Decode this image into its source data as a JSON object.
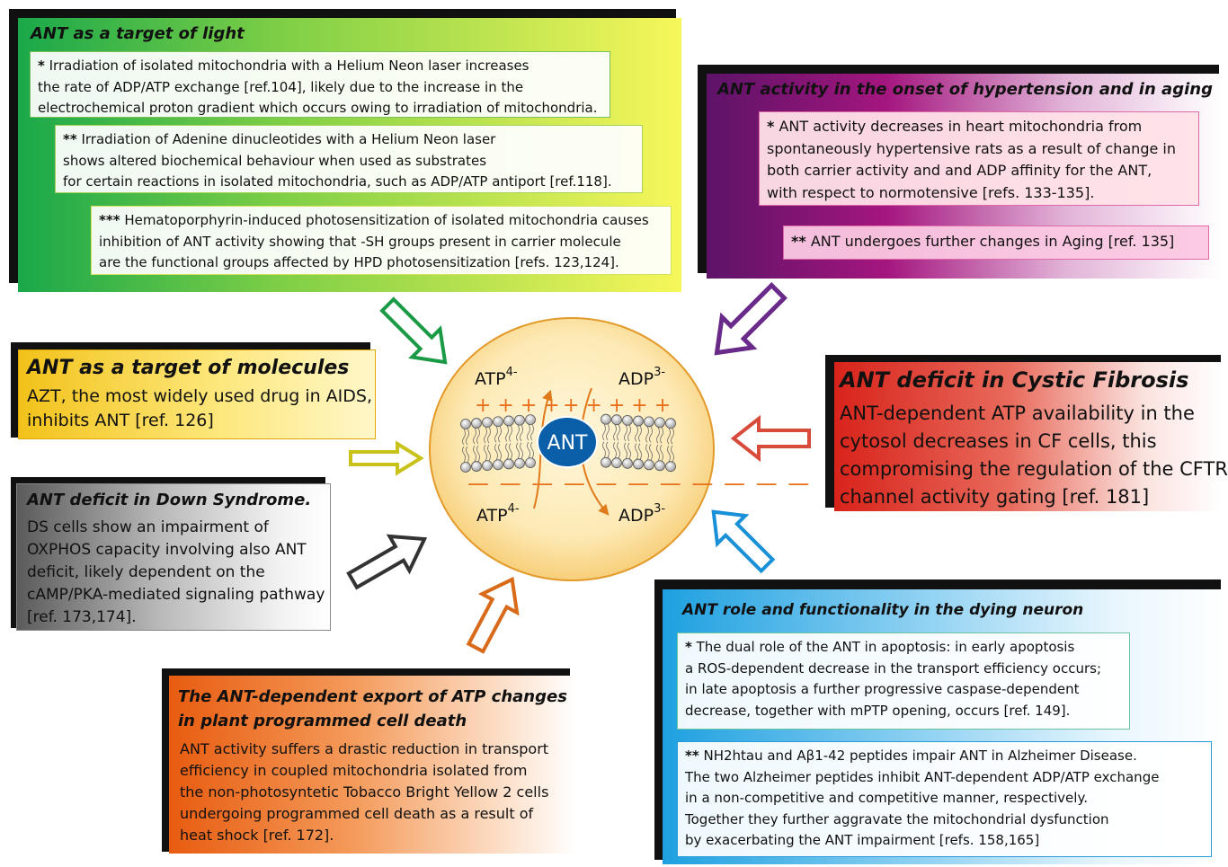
{
  "center": {
    "label": "ANT",
    "atp_top": "ATP",
    "atp_top_charge": "4-",
    "adp_top": "ADP",
    "adp_top_charge": "3-",
    "atp_bottom": "ATP",
    "atp_bottom_charge": "4-",
    "adp_bottom": "ADP",
    "adp_bottom_charge": "3-"
  },
  "light": {
    "title": "ANT as a target of light",
    "box1": {
      "stars": "*",
      "lines": [
        " Irradiation of isolated mitochondria with a Helium Neon laser increases",
        "the rate of ADP/ATP exchange [ref.104], likely due to the increase in the",
        "electrochemical proton gradient which occurs owing to irradiation of mitochondria."
      ]
    },
    "box2": {
      "stars": "**",
      "lines": [
        " Irradiation of Adenine dinucleotides with a Helium Neon laser",
        "shows altered biochemical behaviour when used as substrates",
        "for certain reactions in isolated mitochondria, such as ADP/ATP antiport [ref.118]."
      ]
    },
    "box3": {
      "stars": "***",
      "lines": [
        " Hematoporphyrin-induced photosensitization of isolated mitochondria causes",
        "inhibition of ANT activity showing that -SH groups present in carrier molecule",
        "are the functional groups affected by HPD photosensitization [refs. 123,124]."
      ]
    }
  },
  "hyper": {
    "title": "ANT activity in the onset of hypertension and in aging",
    "box1": {
      "stars": "*",
      "lines": [
        " ANT activity decreases in heart mitochondria from",
        "spontaneously hypertensive rats as a result of change in",
        "both carrier activity and and ADP affinity for the ANT,",
        "with respect to normotensive [refs. 133-135]."
      ]
    },
    "box2": {
      "stars": "**",
      "lines": [
        " ANT undergoes further changes in Aging [ref. 135]"
      ]
    }
  },
  "molecules": {
    "title": "ANT as a target of molecules",
    "lines": [
      "AZT, the most widely used drug in AIDS,",
      "inhibits ANT [ref. 126]"
    ]
  },
  "cf": {
    "title": "ANT deficit in Cystic Fibrosis",
    "lines": [
      "ANT-dependent ATP availability in the",
      "cytosol decreases in CF cells, this",
      "compromising the regulation of the CFTR",
      "channel activity gating [ref. 181]"
    ]
  },
  "down": {
    "title": "ANT deficit in Down Syndrome.",
    "lines": [
      "DS cells show an impairment of",
      "OXPHOS capacity involving also ANT",
      "deficit, likely dependent on the",
      "cAMP/PKA-mediated signaling pathway",
      "[ref. 173,174]."
    ]
  },
  "plant": {
    "title_lines": [
      "The ANT-dependent export of ATP changes",
      "in plant programmed cell death"
    ],
    "lines": [
      "ANT activity suffers a drastic reduction in transport",
      "efficiency in coupled mitochondria isolated from",
      "the non-photosyntetic Tobacco Bright Yellow 2 cells",
      "undergoing programmed cell death as a result of",
      "heat shock [ref. 172]."
    ]
  },
  "neuron": {
    "title": "ANT role and functionality in the dying neuron",
    "box1": {
      "stars": "*",
      "lines": [
        " The dual role of the ANT in apoptosis: in early apoptosis",
        "a ROS-dependent decrease in the transport efficiency occurs;",
        "in late apoptosis a further progressive caspase-dependent",
        "decrease, together with mPTP opening, occurs [ref. 149]."
      ]
    },
    "box2": {
      "stars": "**",
      "lines": [
        " NH2htau and Aβ1-42 peptides impair ANT in Alzheimer Disease.",
        "The two Alzheimer peptides inhibit ANT-dependent ADP/ATP exchange",
        "in a non-competitive and competitive manner, respectively.",
        "Together they further aggravate the mitochondrial dysfunction",
        "by exacerbating the ANT impairment [refs. 158,165]"
      ]
    }
  },
  "colors": {
    "light": "#1aa84a",
    "hyper": "#7a1a86",
    "molecules": "#f2c21a",
    "cf": "#d8231b",
    "down": "#777777",
    "plant": "#e85c10",
    "neuron": "#1ea0e0"
  }
}
